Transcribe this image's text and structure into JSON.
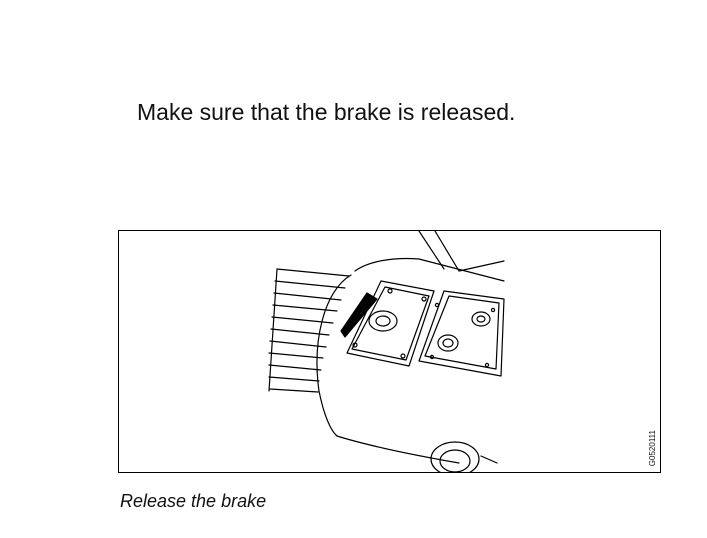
{
  "instruction": "Make sure that the brake is released.",
  "figure": {
    "id_label": "G0520111",
    "caption": "Release the brake",
    "illustration": "brake-release-lever-illustration"
  }
}
